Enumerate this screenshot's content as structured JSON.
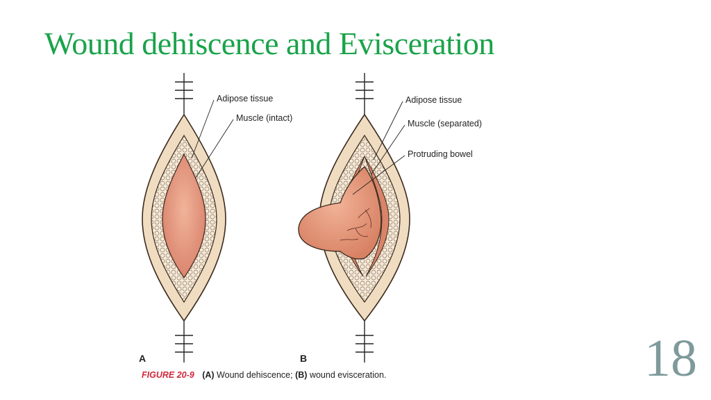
{
  "slide": {
    "title": "Wound dehiscence and Evisceration",
    "page_number": "18"
  },
  "figure": {
    "panel_a": {
      "letter": "A",
      "labels": [
        "Adipose tissue",
        "Muscle (intact)"
      ]
    },
    "panel_b": {
      "letter": "B",
      "labels": [
        "Adipose tissue",
        "Muscle (separated)",
        "Protruding bowel"
      ]
    },
    "caption": {
      "figure_label": "FIGURE 20-9",
      "part_a_letter": "(A)",
      "part_a_text": " Wound dehiscence; ",
      "part_b_letter": "(B)",
      "part_b_text": " wound evisceration."
    }
  },
  "colors": {
    "title": "#1aa34a",
    "page_number": "#7f9a9b",
    "caption_label": "#d0283c",
    "skin_fill": "#f0dcc0",
    "skin_stroke": "#3a2a1e",
    "tissue_fill": "#f6ead8",
    "muscle_fill": "#e9a183",
    "bowel_fill": "#e79d7e"
  }
}
